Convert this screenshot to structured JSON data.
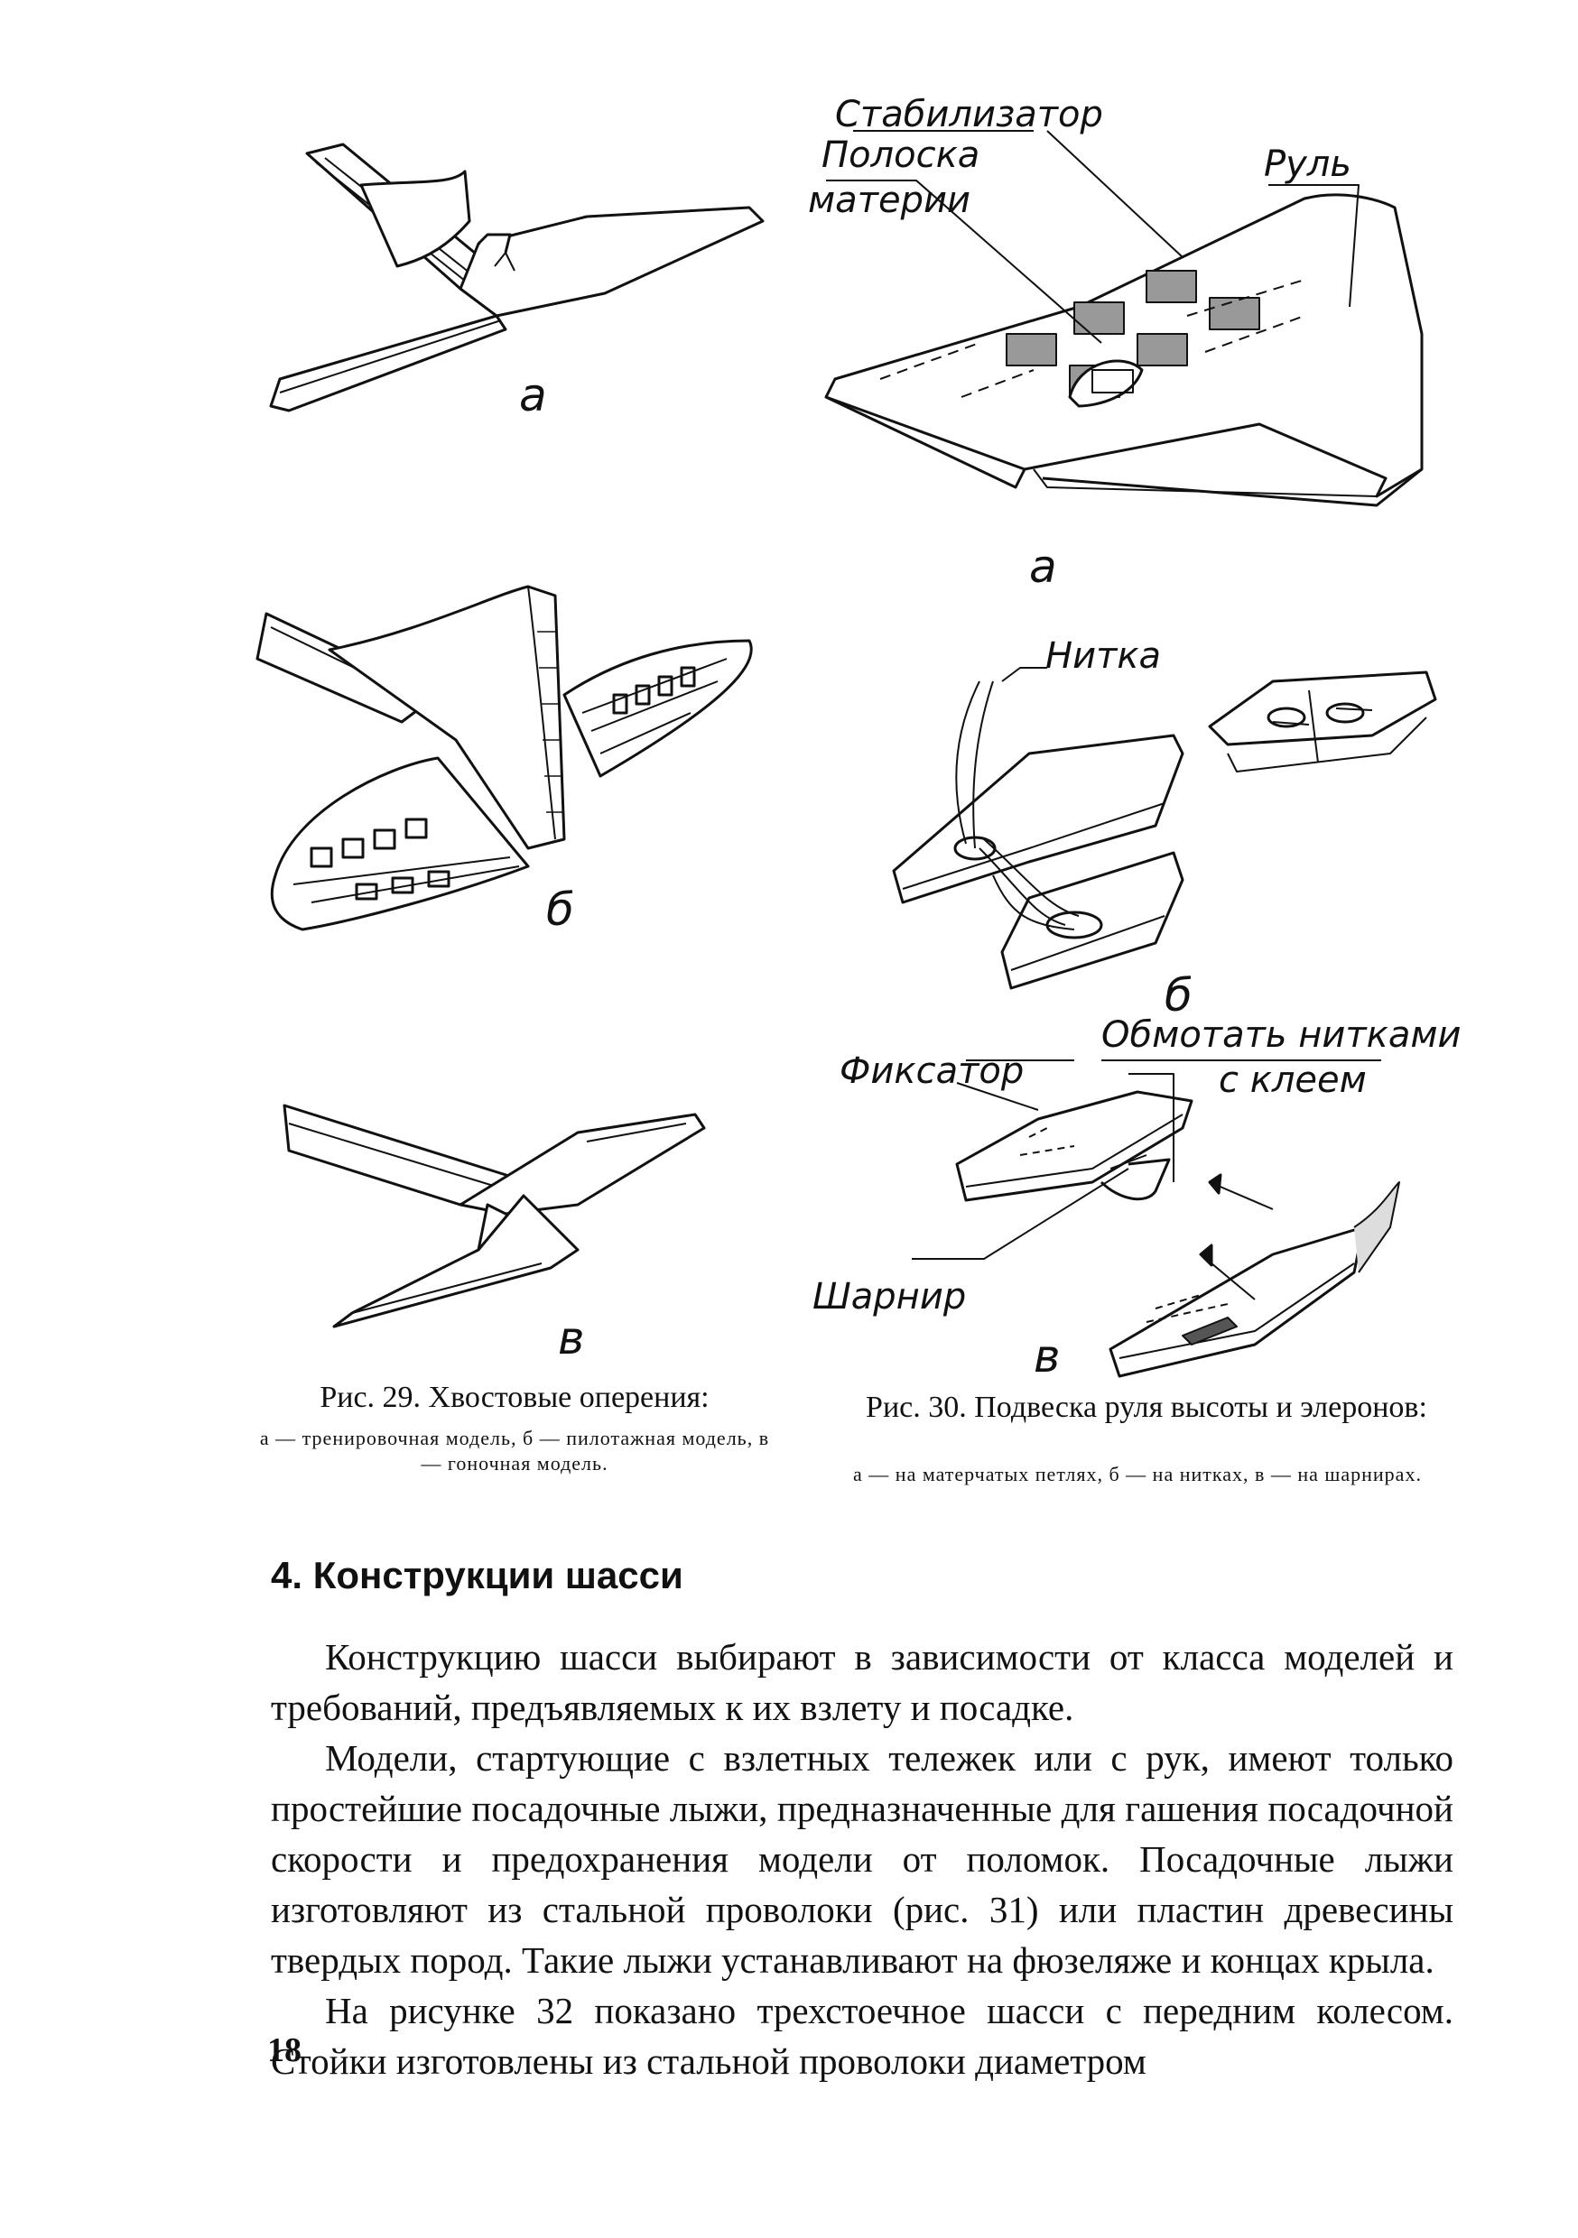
{
  "figures": {
    "fig29": {
      "panels": [
        "а",
        "б",
        "в"
      ],
      "caption_title": "Рис. 29. Хвостовые оперения:",
      "caption_sub": "а — тренировочная модель, б — пилотажная модель, в — гоночная модель."
    },
    "fig30": {
      "panels": [
        "а",
        "б",
        "в"
      ],
      "labels": {
        "stabilizer": "Стабилизатор",
        "rudder": "Руль",
        "strip": "Полоска",
        "material": "материи",
        "thread": "Нитка",
        "fixator": "Фиксатор",
        "wrap1": "Обмотать нитками",
        "wrap2": "с клеем",
        "hinge": "Шарнир"
      },
      "caption_title": "Рис. 30. Подвеска руля высоты и элеронов:",
      "caption_sub": "а — на матерчатых петлях, б — на нитках, в — на шарнирах."
    }
  },
  "section_heading": "4. Конструкции шасси",
  "paragraphs": [
    "Конструкцию шасси выбирают в зависимости от класса моделей и требований, предъявляемых к их взлету и посадке.",
    "Модели, стартующие с взлетных тележек или с рук, имеют только простейшие посадочные лыжи, предназначенные для гашения посадочной скорости и предохранения модели от поломок. Посадочные лыжи изготовляют из стальной проволоки (рис. 31) или пластин древесины твердых пород. Такие лыжи устанавливают на фюзеляже и концах крыла.",
    "На рисунке 32 показано трехстоечное шасси с передним колесом. Стойки изготовлены из стальной проволоки диаметром"
  ],
  "page_number": "18"
}
